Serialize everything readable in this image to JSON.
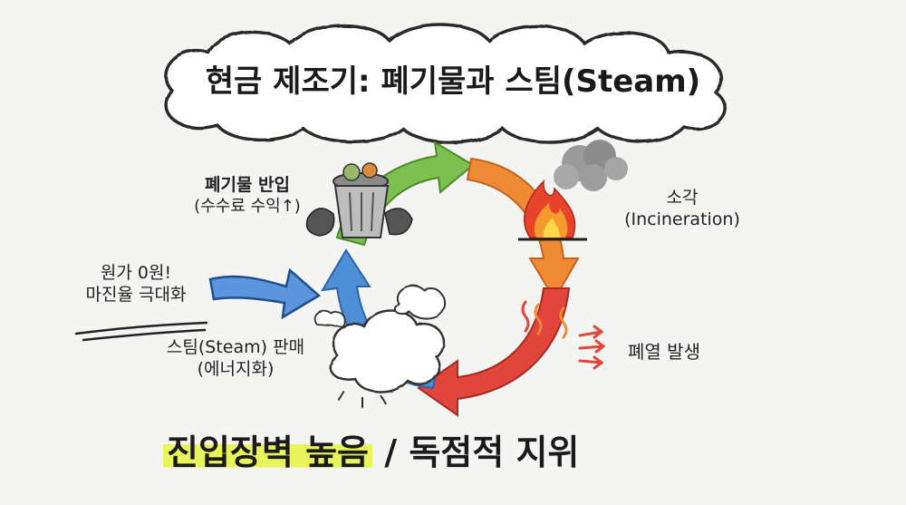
{
  "title": "현금 제조기: 폐기물과 스팀(Steam)",
  "stages": {
    "waste_in": {
      "line1": "폐기물 반입",
      "line2": "(수수료 수익↑)"
    },
    "incineration": {
      "line1": "소각",
      "line2": "(Incineration)"
    },
    "waste_heat": {
      "line1": "폐열 발생"
    },
    "steam_sale": {
      "line1": "스팀(Steam) 판매",
      "line2": "(에너지화)"
    }
  },
  "side_note": {
    "line1": "원가 0원!",
    "line2": "마진율 극대화"
  },
  "tagline": {
    "highlight": "진입장벽 높음",
    "rest": " / 독점적 지위"
  },
  "colors": {
    "arrow_green": "#7cc04f",
    "arrow_orange": "#f08a35",
    "arrow_red": "#e2453a",
    "arrow_blue": "#4d8fd6",
    "highlight": "#e8f45a"
  },
  "icons": [
    "cloud-icon",
    "trash-can-icon",
    "fire-icon",
    "smoke-icon",
    "heat-waves-icon",
    "steam-cloud-icon",
    "blue-arrow-icon"
  ]
}
